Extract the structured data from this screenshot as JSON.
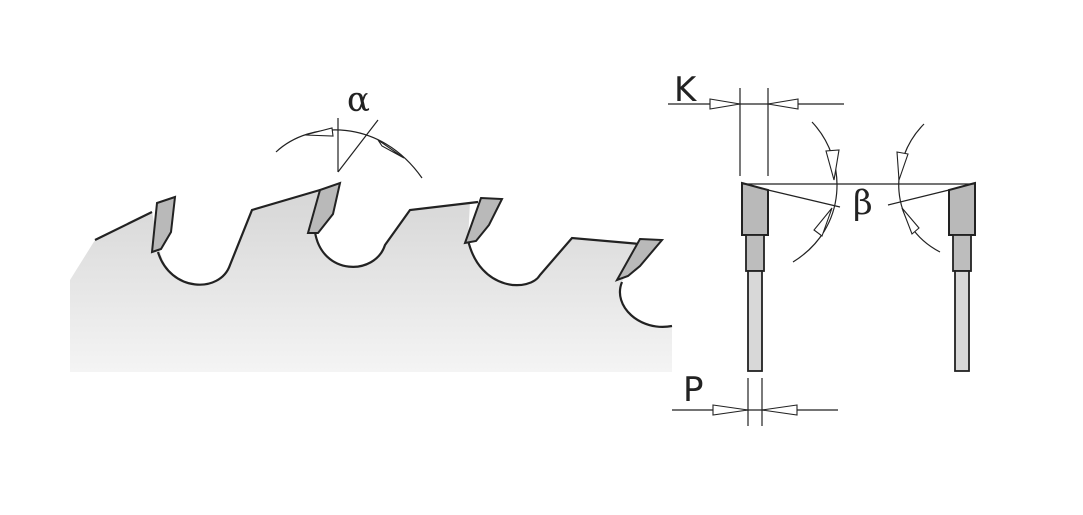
{
  "labels": {
    "hook_angle": "α",
    "clearance_angle": "β",
    "kerf": "K",
    "plate": "P"
  },
  "colors": {
    "line": "#222222",
    "tip": "#b9b9b9",
    "blade_top": "#dcdcdc",
    "blade_bottom": "#f2f2f2"
  }
}
